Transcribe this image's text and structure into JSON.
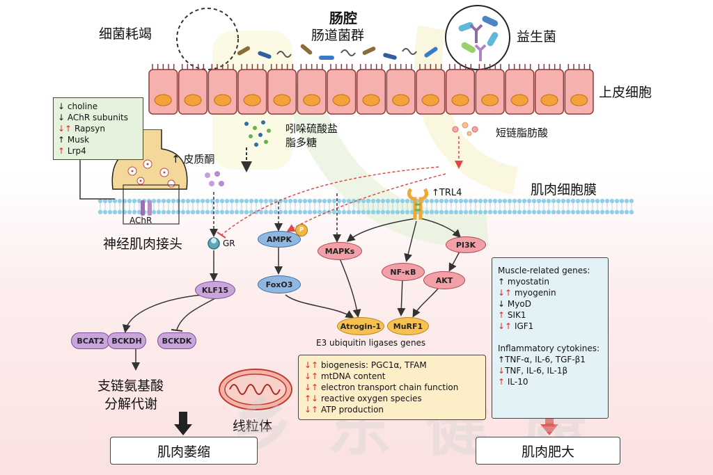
{
  "labels": {
    "lumen": "肠腔",
    "gut_flora": "肠道菌群",
    "bacteria_depletion": "细菌耗竭",
    "probiotics": "益生菌",
    "epithelium": "上皮细胞",
    "indoxyl_sulfate": "吲哚硫酸盐",
    "lps": "脂多糖",
    "scfa": "短链脂肪酸",
    "corticosterone": "↑ 皮质酮",
    "muscle_membrane": "肌肉细胞膜",
    "nmj": "神经肌肉接头",
    "achr": "AChR",
    "gr": "GR",
    "trl4": "↑TRL4",
    "e3_ligases": "E3 ubiquitin ligases genes",
    "bcaa": "支链氨基酸",
    "bcaa2": "分解代谢",
    "mitochondria": "线粒体",
    "atrophy": "肌肉萎缩",
    "hypertrophy": "肌肉肥大",
    "watermark": "乡 东 健 康"
  },
  "nodes": {
    "ampk": "AMPK",
    "p": "P",
    "foxo3": "FoxO3",
    "mapks": "MAPKs",
    "nfkb": "NF-κB",
    "pi3k": "PI3K",
    "akt": "AKT",
    "atrogin": "Atrogin-1",
    "murf1": "MuRF1",
    "klf15": "KLF15",
    "bcat2": "BCAT2",
    "bckdh": "BCKDH",
    "bckdk": "BCKDK"
  },
  "nmj_box": [
    {
      "arrow": "↓",
      "text": "choline"
    },
    {
      "arrow": "↓",
      "text": "AChR subunits"
    },
    {
      "arrow": "↓↑",
      "text": "Rapsyn"
    },
    {
      "arrow": "↑",
      "text": "Musk"
    },
    {
      "arrow": "↑",
      "text": "Lrp4"
    }
  ],
  "mito_box": [
    {
      "arrow": "↓↑",
      "text": "biogenesis: PGC1α, TFAM"
    },
    {
      "arrow": "↓↑",
      "text": "mtDNA content"
    },
    {
      "arrow": "↓↑",
      "text": "electron transport chain function"
    },
    {
      "arrow": "↑↓",
      "text": "reactive oxygen species"
    },
    {
      "arrow": "↓↑",
      "text": "ATP production"
    }
  ],
  "muscle_box": {
    "genes_title": "Muscle-related genes:",
    "genes": [
      {
        "arrow": "↑",
        "text": "myostatin"
      },
      {
        "arrow": "↓↑",
        "text": "myogenin"
      },
      {
        "arrow": "↓",
        "text": "MyoD"
      },
      {
        "arrow": "↑",
        "text": "SIK1"
      },
      {
        "arrow": "↓↑",
        "text": "IGF1"
      }
    ],
    "cyto_title": "Inflammatory cytokines:",
    "cytokines": [
      {
        "arrow": "↑",
        "text": "TNF-α, IL-6, TGF-β1"
      },
      {
        "arrow": "↓",
        "text": "TNF, IL-6, IL-1β"
      },
      {
        "arrow": "↑",
        "text": "IL-10"
      }
    ]
  },
  "colors": {
    "up_red": "#d62b2b",
    "down_black": "#111111",
    "membrane": "#8fd0e6"
  }
}
